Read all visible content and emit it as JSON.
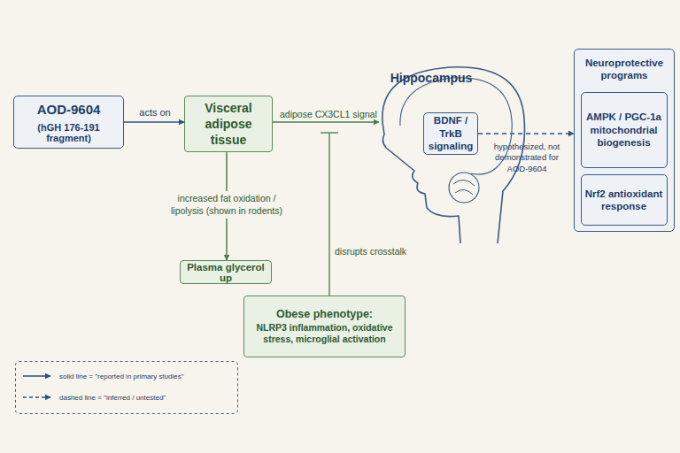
{
  "diagram": {
    "nodes": [
      {
        "text": [
          "AOD-9604",
          "(hGH 176-191 fragment)"
        ]
      },
      {
        "text": [
          "Visceral adipose tissue"
        ]
      },
      {
        "text": [
          "Hippocampus"
        ]
      },
      {
        "text": [
          "BDNF / TrkB signaling"
        ],
        "in": 2
      },
      {
        "text": [
          "Neuroprotective programs"
        ]
      },
      {
        "text": [
          "AMPK / PGC-1a mitochondrial biogenesis"
        ],
        "in": 4
      },
      {
        "text": [
          "Nrf2 antioxidant response"
        ],
        "in": 4
      },
      {
        "text": [
          "Plasma glycerol up"
        ]
      },
      {
        "text": [
          "Obese phenotype:",
          "NLRP3 inflammation, oxidative stress, microglial activation"
        ]
      }
    ],
    "edges": [
      {
        "from": 0,
        "to": 1,
        "arrow": "to",
        "label": "acts on"
      },
      {
        "from": 1,
        "to": 7,
        "arrow": "to",
        "label": "increased fat oxidation / lipolysis (shown in rodents)"
      },
      {
        "from": 1,
        "to": 2,
        "arrow": "to",
        "label": "adipose CX3CL1 signal"
      },
      {
        "from": 3,
        "to": 4,
        "arrow": "to",
        "label": "hypothesized, not demonstrated for AOD-9604"
      }
    ],
    "labels": [
      "disrupts crosstalk"
    ],
    "legend": [
      {
        "text": "solid line = \"reported in primary studies\""
      },
      {
        "text": "dashed line = \"inferred / untested\""
      }
    ]
  }
}
